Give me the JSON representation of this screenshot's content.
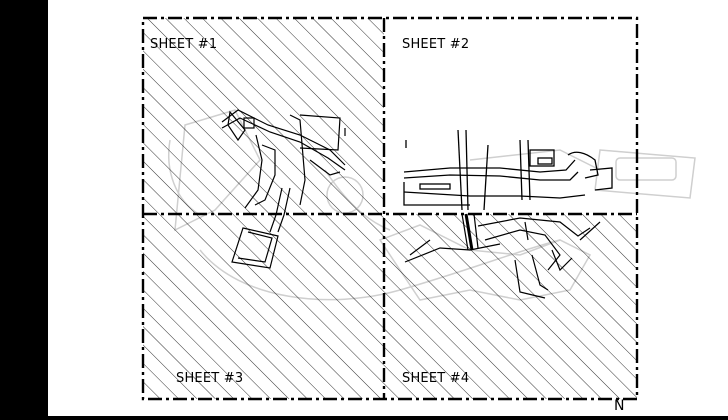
{
  "colors": {
    "background": "#000000",
    "paper": "#ffffff",
    "ink": "#000000",
    "watermark": "#d6d6d6"
  },
  "sheets": [
    {
      "id": "sheet-1",
      "label": "SHEET #1",
      "hatched": true
    },
    {
      "id": "sheet-2",
      "label": "SHEET #2",
      "hatched": false
    },
    {
      "id": "sheet-3",
      "label": "SHEET #3",
      "hatched": true
    },
    {
      "id": "sheet-4",
      "label": "SHEET #4",
      "hatched": true
    }
  ],
  "north_label": "N",
  "watermark_icon": "logo-watermark"
}
